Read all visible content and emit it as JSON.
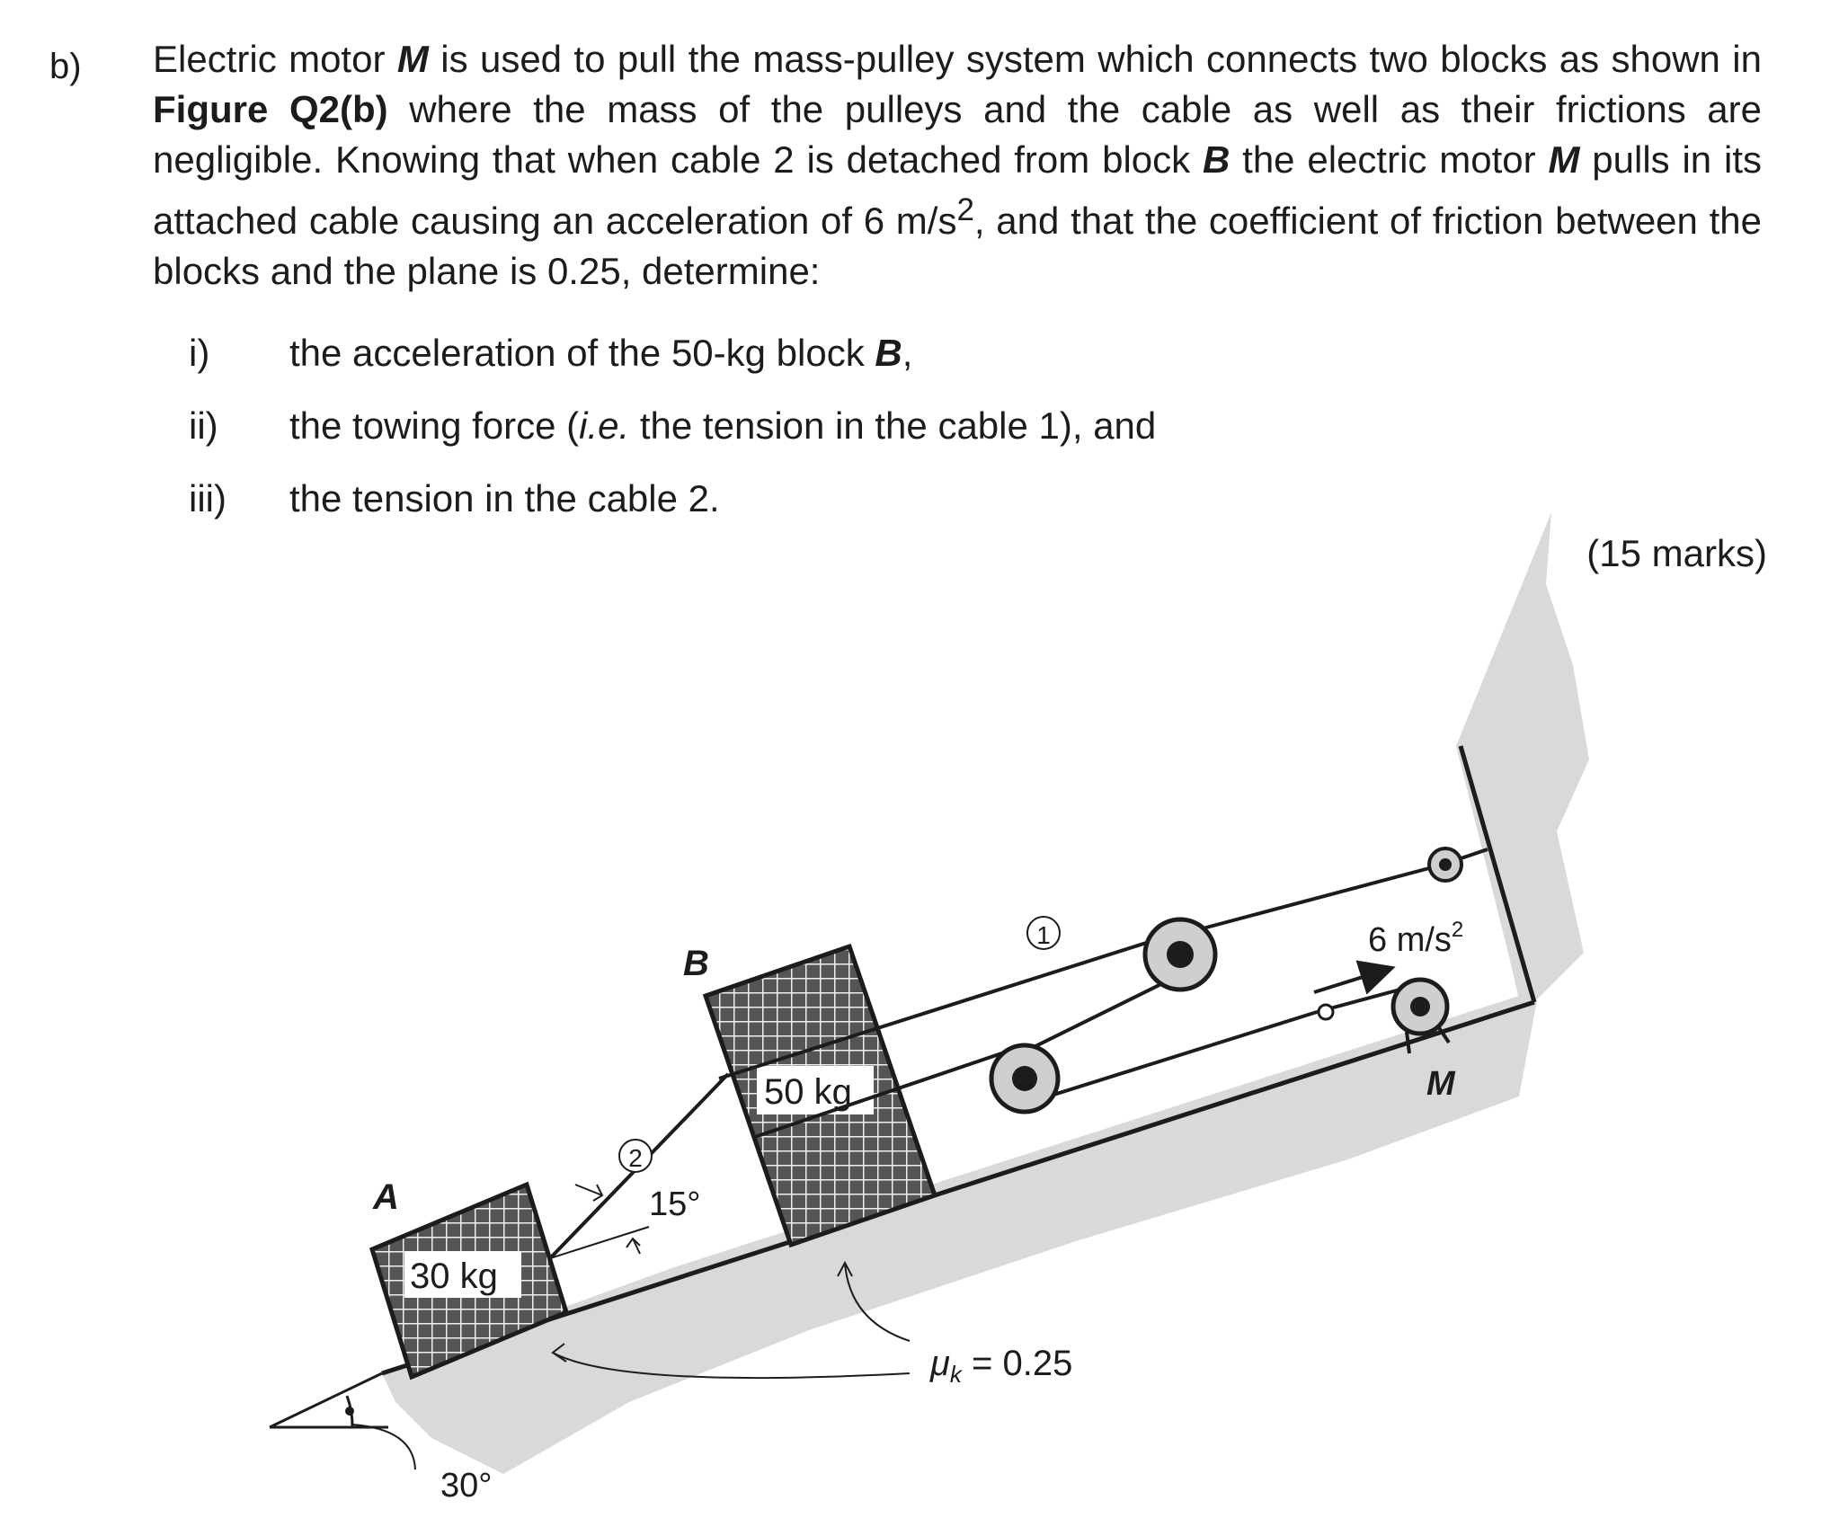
{
  "question": {
    "label": "b)",
    "intro": {
      "p1": "Electric motor ",
      "motor": "M",
      "p2": " is used to pull the mass-pulley system which connects two blocks as shown in ",
      "figure_ref": "Figure Q2(b)",
      "p3": " where the mass of the pulleys and the cable as well as their frictions are negligible. Knowing that when cable 2 is detached from block ",
      "block": "B",
      "p4": " the electric motor ",
      "motor2": "M",
      "p5": " pulls in its attached cable causing an acceleration of 6 m/s",
      "sup": "2",
      "p6": ", and that the coefficient of friction between the blocks and the plane is 0.25, determine:"
    },
    "parts": [
      {
        "num": "i)",
        "text": "the acceleration of the 50-kg block ",
        "emph": "B",
        "tail": ","
      },
      {
        "num": "ii)",
        "text": "the towing force (",
        "emph": "i.e.",
        "tail": " the tension in the cable 1), and"
      },
      {
        "num": "iii)",
        "text": "the tension in the cable 2.",
        "emph": "",
        "tail": ""
      }
    ],
    "marks": "(15 marks)"
  },
  "figure": {
    "block_a_label": "A",
    "block_a_mass": "30 kg",
    "block_b_label": "B",
    "block_b_mass": "50 kg",
    "cable1_label": "1",
    "cable2_label": "2",
    "cable_angle": "15°",
    "incline_angle": "30°",
    "friction_mu": "μ",
    "friction_sub": "k",
    "friction_value": " = 0.25",
    "accel_value": "6 m/s",
    "accel_sup": "2",
    "motor_label": "M",
    "colors": {
      "ink": "#1c1c1c",
      "ground": "#d9d9d9",
      "block": "#555555",
      "pulley": "#cfcfcf"
    }
  }
}
